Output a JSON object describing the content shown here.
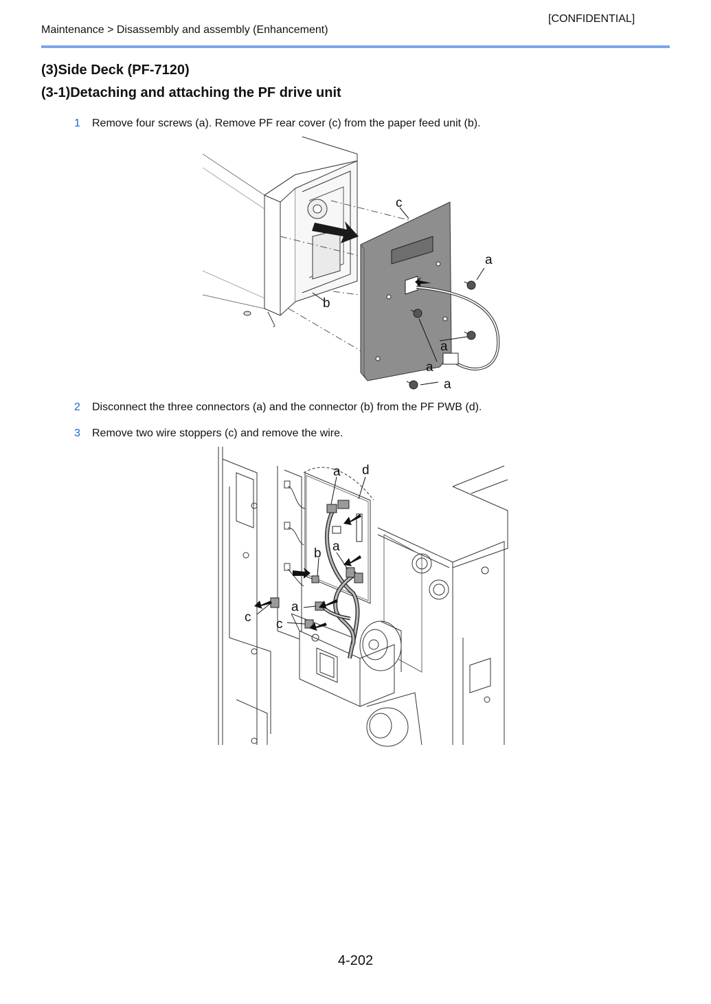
{
  "header": {
    "confidential": "[CONFIDENTIAL]",
    "breadcrumb": "Maintenance > Disassembly and assembly (Enhancement)",
    "rule_color": "#7ea6ea"
  },
  "section": {
    "title": "(3)Side Deck (PF-7120)",
    "subtitle": "(3-1)Detaching and attaching the PF drive unit"
  },
  "steps": [
    {
      "number": "1",
      "text": "Remove four screws (a). Remove PF rear cover (c) from the paper feed unit (b)."
    },
    {
      "number": "2",
      "text": "Disconnect the three connectors (a) and the connector (b) from the PF PWB (d)."
    },
    {
      "number": "3",
      "text": "Remove two wire stoppers (c) and remove the wire."
    }
  ],
  "step_number_color": "#1a66d6",
  "figure1": {
    "labels": [
      "c",
      "a",
      "b",
      "a",
      "a",
      "a"
    ]
  },
  "figure2": {
    "labels": [
      "a",
      "d",
      "a",
      "b",
      "c",
      "a",
      "c"
    ]
  },
  "footer": {
    "page_number": "4-202"
  }
}
